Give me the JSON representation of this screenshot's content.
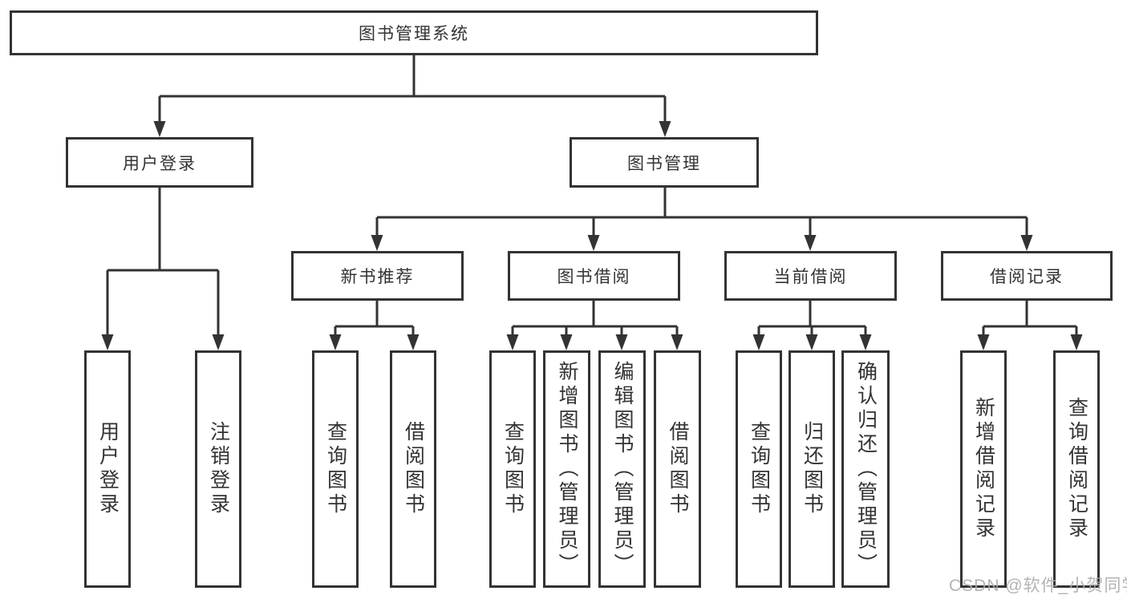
{
  "diagram": {
    "colors": {
      "line": "#333333",
      "box_fill": "#ffffff",
      "text": "#333333",
      "watermark": "#ababab"
    },
    "tree": {
      "root": "图书管理系统",
      "children": [
        {
          "label": "用户登录",
          "leaves": [
            "用户登录",
            "注销登录"
          ]
        },
        {
          "label": "图书管理",
          "children": [
            {
              "label": "新书推荐",
              "leaves": [
                "查询图书",
                "借阅图书"
              ]
            },
            {
              "label": "图书借阅",
              "leaves": [
                "查询图书",
                "新增图书（管理员）",
                "编辑图书（管理员）",
                "借阅图书"
              ]
            },
            {
              "label": "当前借阅",
              "leaves": [
                "查询图书",
                "归还图书",
                "确认归还（管理员）"
              ]
            },
            {
              "label": "借阅记录",
              "leaves": [
                "新增借阅记录",
                "查询借阅记录"
              ]
            }
          ]
        }
      ]
    },
    "watermark": "CSDN @软件_小贺同学"
  }
}
